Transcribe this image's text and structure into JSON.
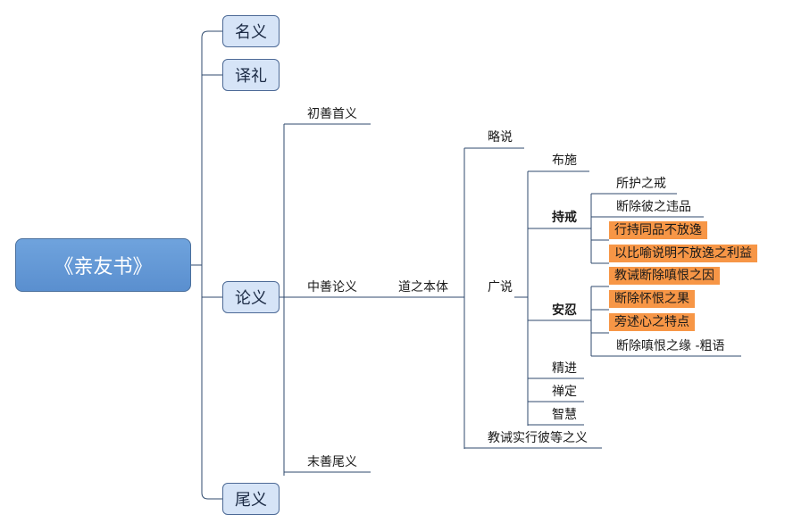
{
  "root": "《亲友书》",
  "level1": {
    "mingyi": "名义",
    "yili": "译礼",
    "lunyi": "论义",
    "weiyi": "尾义"
  },
  "lunyi_children": {
    "chushan": "初善首义",
    "zhongshan": "中善论义",
    "moshan": "末善尾义"
  },
  "dao": "道之本体",
  "dao_children": {
    "lueshuo": "略说",
    "guangshuo": "广说",
    "jiaojie": "教诫实行彼等之义"
  },
  "guangshuo_children": {
    "bushi": "布施",
    "chijie": "持戒",
    "anren": "安忍",
    "jingjin": "精进",
    "chanding": "禅定",
    "zhihui": "智慧"
  },
  "chijie_children": [
    "所护之戒",
    "断除彼之违品",
    "行持同品不放逸",
    "以比喻说明不放逸之利益"
  ],
  "anren_children": [
    "教诫断除嗔恨之因",
    "断除怀恨之果",
    "旁述心之特点",
    "断除嗔恨之缘 -粗语"
  ],
  "colors": {
    "highlight": "#f79646",
    "box_fill": "#d6e4f7",
    "root_fill": "#5a8fcf",
    "line": "#2f4a6d"
  }
}
